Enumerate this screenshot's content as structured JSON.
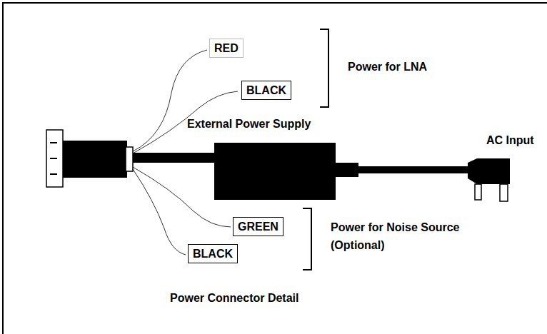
{
  "diagram": {
    "caption": "Power Connector Detail",
    "nodes": [
      {
        "text": [
          "RED"
        ]
      },
      {
        "text": [
          "BLACK"
        ]
      },
      {
        "text": [
          "GREEN"
        ]
      },
      {
        "text": [
          "BLACK"
        ]
      }
    ],
    "labels": [
      "Power for LNA",
      "External Power Supply",
      "AC Input",
      "Power for Noise Source (Optional)"
    ]
  }
}
